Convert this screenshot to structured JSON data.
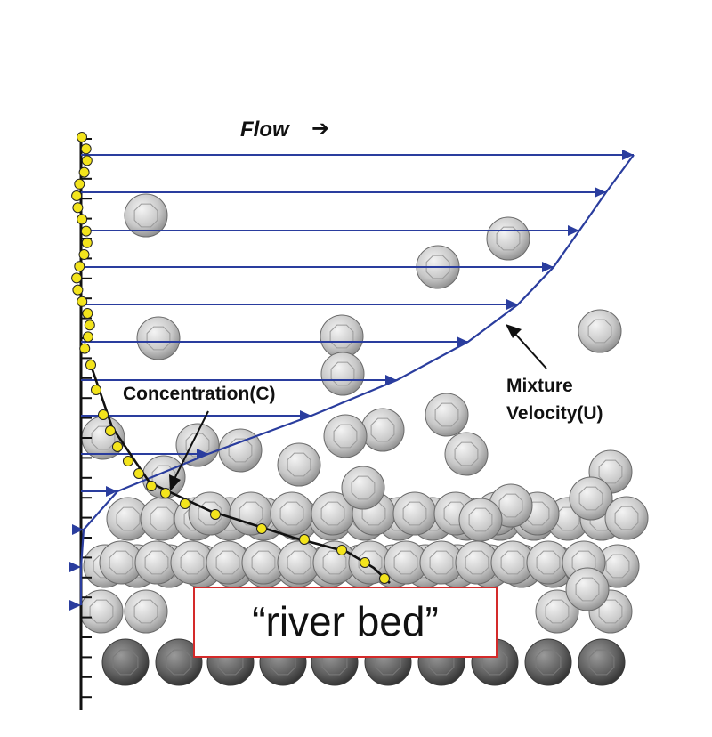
{
  "labels": {
    "flow": "Flow",
    "flow_arrow": "➔",
    "concentration": "Concentration(C)",
    "mixture_line1": "Mixture",
    "mixture_line2": "Velocity(U)",
    "river_bed": "“river bed”"
  },
  "colors": {
    "velocity": "#2a3d9e",
    "concentration_marker": "#f3e41c",
    "concentration_line": "#111111",
    "particle": "#c6c6c6",
    "bed_particle": "#5c5c5c",
    "box_border": "#d42a2a"
  }
}
